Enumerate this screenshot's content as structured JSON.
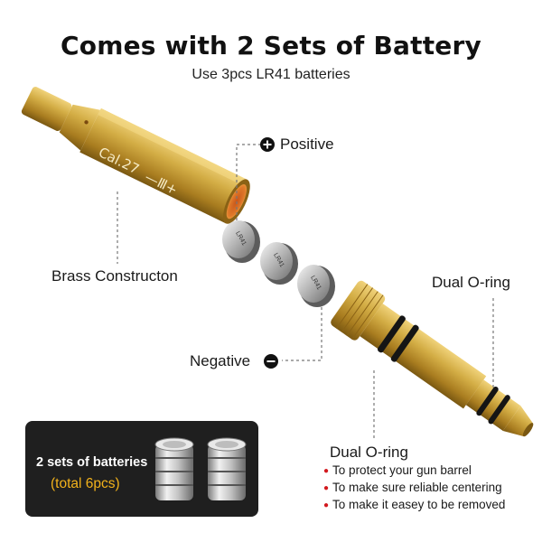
{
  "header": {
    "title": "Comes with 2 Sets of Battery",
    "subtitle": "Use 3pcs LR41 batteries"
  },
  "labels": {
    "positive": "Positive",
    "negative": "Negative",
    "brass": "Brass Constructon",
    "o_ring_top": "Dual O-ring",
    "o_ring_bottom": "Dual O-ring"
  },
  "engraving": {
    "caliber": "Cal.27",
    "polarity": "—Ⅲ+"
  },
  "battery_mark": "LR41",
  "features": [
    "To protect your gun barrel",
    "To make sure reliable centering",
    "To make it easey to be removed"
  ],
  "badge": {
    "line1": "2 sets of batteries",
    "line2": "(total 6pcs)"
  },
  "colors": {
    "brass": "#c9a23a",
    "accent_gold": "#f2b21b",
    "bullet_red": "#d2191e",
    "badge_bg": "#1f1f1f"
  }
}
